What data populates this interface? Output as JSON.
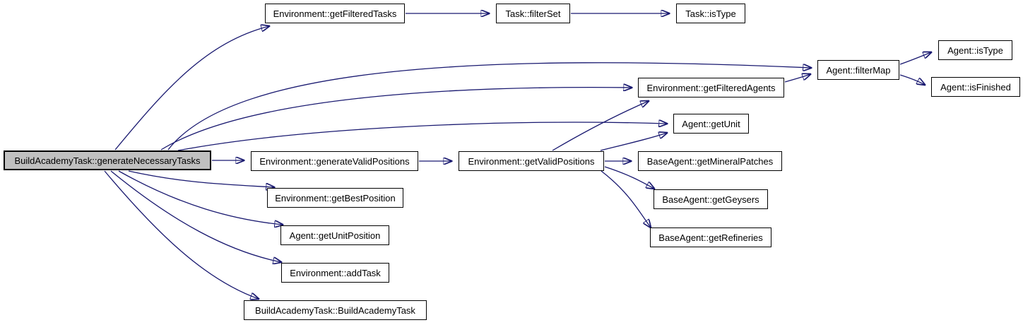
{
  "diagram": {
    "type": "call-graph",
    "colors": {
      "edge": "#191970",
      "node_fill": "#ffffff",
      "node_border": "#000000",
      "root_node_fill": "#c0c0c0",
      "background": "#ffffff"
    },
    "nodes": {
      "main": {
        "label": "BuildAcademyTask::generateNecessaryTasks",
        "root": true
      },
      "gft": {
        "label": "Environment::getFilteredTasks"
      },
      "tfs": {
        "label": "Task::filterSet"
      },
      "tit": {
        "label": "Task::isType"
      },
      "afm": {
        "label": "Agent::filterMap"
      },
      "ait": {
        "label": "Agent::isType"
      },
      "aif": {
        "label": "Agent::isFinished"
      },
      "gfa": {
        "label": "Environment::getFilteredAgents"
      },
      "agu": {
        "label": "Agent::getUnit"
      },
      "gvp": {
        "label": "Environment::generateValidPositions"
      },
      "vp": {
        "label": "Environment::getValidPositions"
      },
      "gmp": {
        "label": "BaseAgent::getMineralPatches"
      },
      "gg": {
        "label": "BaseAgent::getGeysers"
      },
      "gr": {
        "label": "BaseAgent::getRefineries"
      },
      "gbp": {
        "label": "Environment::getBestPosition"
      },
      "gup": {
        "label": "Agent::getUnitPosition"
      },
      "eat": {
        "label": "Environment::addTask"
      },
      "bat": {
        "label": "BuildAcademyTask::BuildAcademyTask"
      }
    },
    "edges": [
      {
        "from": "BuildAcademyTask::generateNecessaryTasks",
        "to": "Environment::getFilteredTasks"
      },
      {
        "from": "BuildAcademyTask::generateNecessaryTasks",
        "to": "Agent::filterMap"
      },
      {
        "from": "BuildAcademyTask::generateNecessaryTasks",
        "to": "Environment::getFilteredAgents"
      },
      {
        "from": "BuildAcademyTask::generateNecessaryTasks",
        "to": "Agent::getUnit"
      },
      {
        "from": "BuildAcademyTask::generateNecessaryTasks",
        "to": "Environment::generateValidPositions"
      },
      {
        "from": "BuildAcademyTask::generateNecessaryTasks",
        "to": "Environment::getBestPosition"
      },
      {
        "from": "BuildAcademyTask::generateNecessaryTasks",
        "to": "Agent::getUnitPosition"
      },
      {
        "from": "BuildAcademyTask::generateNecessaryTasks",
        "to": "Environment::addTask"
      },
      {
        "from": "BuildAcademyTask::generateNecessaryTasks",
        "to": "BuildAcademyTask::BuildAcademyTask"
      },
      {
        "from": "Environment::getFilteredTasks",
        "to": "Task::filterSet"
      },
      {
        "from": "Task::filterSet",
        "to": "Task::isType"
      },
      {
        "from": "Environment::generateValidPositions",
        "to": "Environment::getValidPositions"
      },
      {
        "from": "Environment::getValidPositions",
        "to": "Environment::getFilteredAgents"
      },
      {
        "from": "Environment::getValidPositions",
        "to": "Agent::getUnit"
      },
      {
        "from": "Environment::getValidPositions",
        "to": "BaseAgent::getMineralPatches"
      },
      {
        "from": "Environment::getValidPositions",
        "to": "BaseAgent::getGeysers"
      },
      {
        "from": "Environment::getValidPositions",
        "to": "BaseAgent::getRefineries"
      },
      {
        "from": "Environment::getFilteredAgents",
        "to": "Agent::filterMap"
      },
      {
        "from": "Agent::filterMap",
        "to": "Agent::isType"
      },
      {
        "from": "Agent::filterMap",
        "to": "Agent::isFinished"
      }
    ]
  }
}
